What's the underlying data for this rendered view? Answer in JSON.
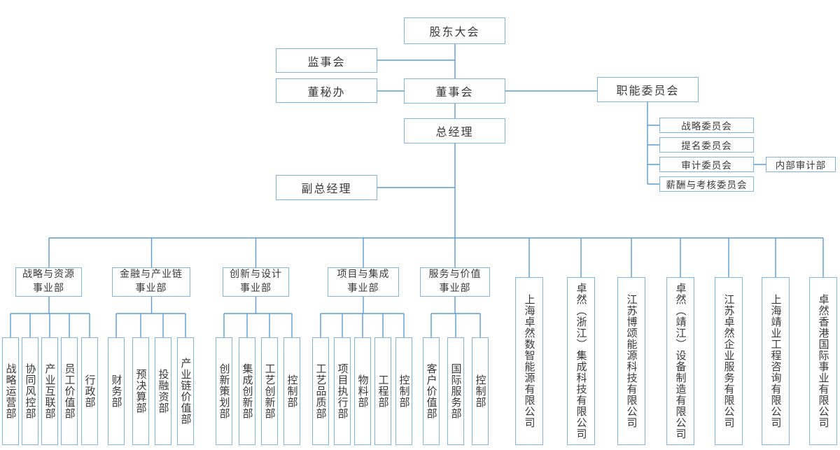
{
  "org_chart": {
    "top": {
      "shareholders_meeting": "股东大会",
      "supervisory_board": "监事会",
      "board_secretary_office": "董秘办",
      "board_of_directors": "董事会",
      "functional_committees": "职能委员会",
      "general_manager": "总经理",
      "deputy_general_manager": "副总经理"
    },
    "committees": [
      "战略委员会",
      "提名委员会",
      "审计委员会",
      "薪酬与考核委员会"
    ],
    "internal_audit_department": "内部审计部",
    "divisions": [
      {
        "name": "战略与资源\n事业部",
        "departments": [
          "战略运营部",
          "协同风控部",
          "产业互联部",
          "员工价值部",
          "行政部"
        ]
      },
      {
        "name": "金融与产业链\n事业部",
        "departments": [
          "财务部",
          "预决算部",
          "投融资部",
          "产业链价值部"
        ]
      },
      {
        "name": "创新与设计\n事业部",
        "departments": [
          "创新策划部",
          "集成创新部",
          "工艺创新部",
          "控制部"
        ]
      },
      {
        "name": "项目与集成\n事业部",
        "departments": [
          "工艺品质部",
          "项目执行部",
          "物料部",
          "工程部",
          "控制部"
        ]
      },
      {
        "name": "服务与价值\n事业部",
        "departments": [
          "客户价值部",
          "国际服务部",
          "控制部"
        ]
      }
    ],
    "subsidiaries": [
      "上海卓然数智能源有限公司",
      "卓然（浙江）集成科技有限公司",
      "江苏博颂能源科技有限公司",
      "卓然（靖江）设备制造有限公司",
      "江苏卓然企业服务有限公司",
      "上海靖业工程咨询有限公司",
      "卓然香港国际事业有限公司"
    ],
    "colors": {
      "box_border": "#7FB5E3",
      "connector": "#5B9BD5",
      "text": "#383838"
    }
  }
}
